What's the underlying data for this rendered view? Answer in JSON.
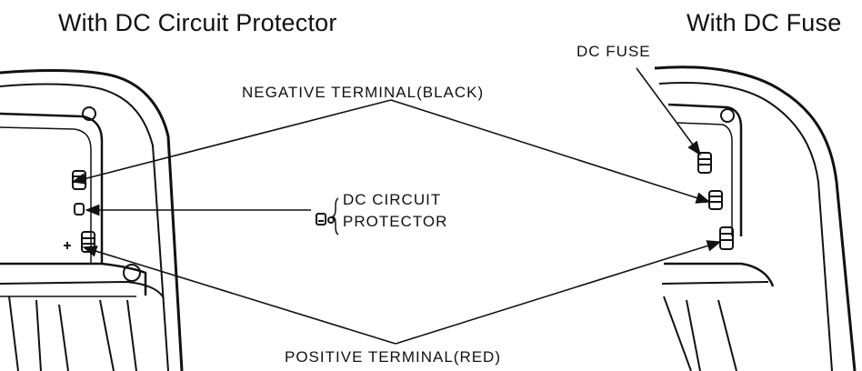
{
  "titles": {
    "left": "With DC Circuit Protector",
    "right": "With DC Fuse"
  },
  "labels": {
    "negative_terminal": "NEGATIVE TERMINAL(BLACK)",
    "positive_terminal": "POSITIVE TERMINAL(RED)",
    "dc_fuse": "DC FUSE",
    "dc_circuit_line1": "DC CIRCUIT",
    "dc_circuit_line2": "PROTECTOR"
  },
  "colors": {
    "ink": "#111111",
    "background": "#ffffff"
  }
}
